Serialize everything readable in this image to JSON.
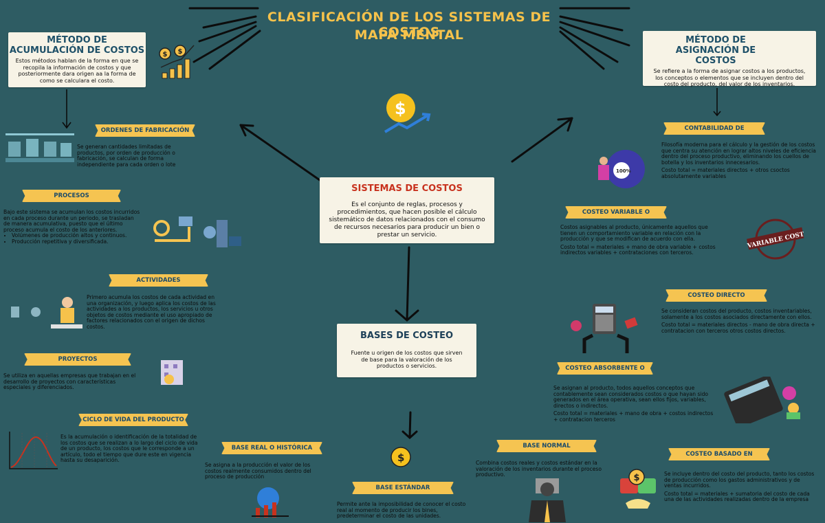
{
  "header": {
    "title_line1": "CLASIFICACIÓN DE LOS SISTEMAS DE COSTOS",
    "title_line2": "MAPA MENTAL"
  },
  "colors": {
    "background": "#2e5c63",
    "accent": "#f6c24b",
    "card": "#f7f3e6",
    "heading": "#1e5068",
    "red": "#c8321e"
  },
  "center": {
    "title": "SISTEMAS DE COSTOS",
    "text": "Es el conjunto de reglas, procesos y procedimientos, que hacen posible el cálculo sistemático de datos relacionados con el consumo de recursos necesarios para producir un bien o prestar un servicio."
  },
  "bases": {
    "title": "BASES DE COSTEO",
    "text": "Fuente u origen de los costos que sirven de base para la valoración de los productos o servicios."
  },
  "left": {
    "title": "MÉTODO DE ACUMULACIÓN DE COSTOS",
    "text": "Estos métodos hablan de la forma en que se recopila la información de costos y que posteriormente dara origen aa la forma de como se calculara el costo.",
    "items": [
      {
        "label": "ORDENES DE FABRICACIÓN",
        "text": "Se generan cantidades limitadas de productos, por orden de producción o fabricación, se calculan de forma independiente para cada orden o lote"
      },
      {
        "label": "PROCESOS",
        "text": "Bajo este sistema se acumulan los costos incurridos en cada proceso durante un periodo, se trasladan de manera acumulativa, puesto que el último proceso acumula el costo de los anteriores.",
        "bullets": [
          "Volúmenes de producción altos y continuos.",
          "Producción repetitiva y diversificada."
        ]
      },
      {
        "label": "ACTIVIDADES",
        "text": "Primero acumula los costos de cada actividad en una organización, y luego aplica los costos de las actividades a los productos, los servicios u otros objetos de costos mediante el uso apropiado de factores relacionados con el origen de dichos costos."
      },
      {
        "label": "PROYECTOS",
        "text": "Se utiliza en aquellas empresas que trabajan en el desarrollo de proyectos con características especiales y diferenciados."
      },
      {
        "label": "CICLO DE VIDA DEL PRODUCTO",
        "text": "Es la acumulación o identificación de la totalidad de los costos que se realizan a lo largo del ciclo de vida de un producto, los costos que le corresponde a un artículo, todo el tiempo que dure este en vigencia hasta su desaparición."
      }
    ]
  },
  "right": {
    "title": "MÉTODO DE ASIGNACIÓN DE COSTOS",
    "text": "Se refiere a la forma de asignar costos a los productos, los conceptos o elementos que se incluyen dentro del costo del producto, del valor de los inventarios.",
    "items": [
      {
        "label": "CONTABILIDAD DE RENDIMIENTO",
        "text": "Filosofía moderna para el cálculo y la gestión de los costos que centra su atención en lograr altos niveles de eficiencia dentro del proceso productivo, eliminando los cuellos de botella y los inventarios innecesarios.",
        "formula": "Costo total = materiales directos + otros csoctos absolutamente variables"
      },
      {
        "label": "COSTEO VARIABLE O MARGINAL",
        "text": "Costos asignables al producto, únicamente aquellos que tienen un comportamiento variable en relación con la producción y que se modifican de acuerdo con ella.",
        "formula": "Costo total = materiales + mano de obra variable + costos indirectos variables + contrataciones con terceros."
      },
      {
        "label": "COSTEO DIRECTO",
        "text": "Se consideran costos del producto, costos inventariables, solamente a los costos asociados directamente con ellos.",
        "formula": "Costo total = materiales directos - mano de obra directa + contratacion con terceros  otros costos directos."
      },
      {
        "label": "COSTEO ABSORBENTE O COMPLETO",
        "text": "Se asignan al producto, todos aquellos conceptos que contablemente sean considerados costos o que hayan sido generados en el área operativa, sean ellos fijos, variables, directos o indirectos.",
        "formula": "Costo total = materiales + mano de obra  + costos indirectos + contratacion terceros"
      },
      {
        "label": "COSTEO BASADO EN ACTIVIDADES",
        "text": "Se incluye dentro del costo del producto, tanto los costos de producción como los gastos administrativos y de ventas incurridos.",
        "formula": "Costo total = materiales + sumatoria del costo de cada una de las actividades realizadas dentro de la empresa"
      }
    ]
  },
  "base_items": [
    {
      "label": "BASE REAL O HISTÓRICA",
      "text": "Se asigna a la producción el valor de los costos realmente consumidos dentro del proceso  de producción"
    },
    {
      "label": "BASE ESTÁNDAR",
      "text": "Permite ante la imposibilidad de conocer el costo real al momento de producir los bines, predeterminar el costo de las unidades."
    },
    {
      "label": "BASE NORMAL",
      "text": "Combina costos reales y costos estándar en la valoración de los inventarios durante el proceso productivo."
    }
  ],
  "stamp": "VARIABLE COST",
  "icons": [
    "dollar-chart-icon",
    "dollar-growth-icon",
    "factory-line-icon",
    "gears-process-icon",
    "worker-icon",
    "building-icon",
    "life-cycle-chart-icon",
    "globe-chart-icon",
    "coin-icon",
    "team-target-icon",
    "calculator-hands-icon",
    "calculator-icon",
    "businessman-icon",
    "dollar-card-icon"
  ]
}
